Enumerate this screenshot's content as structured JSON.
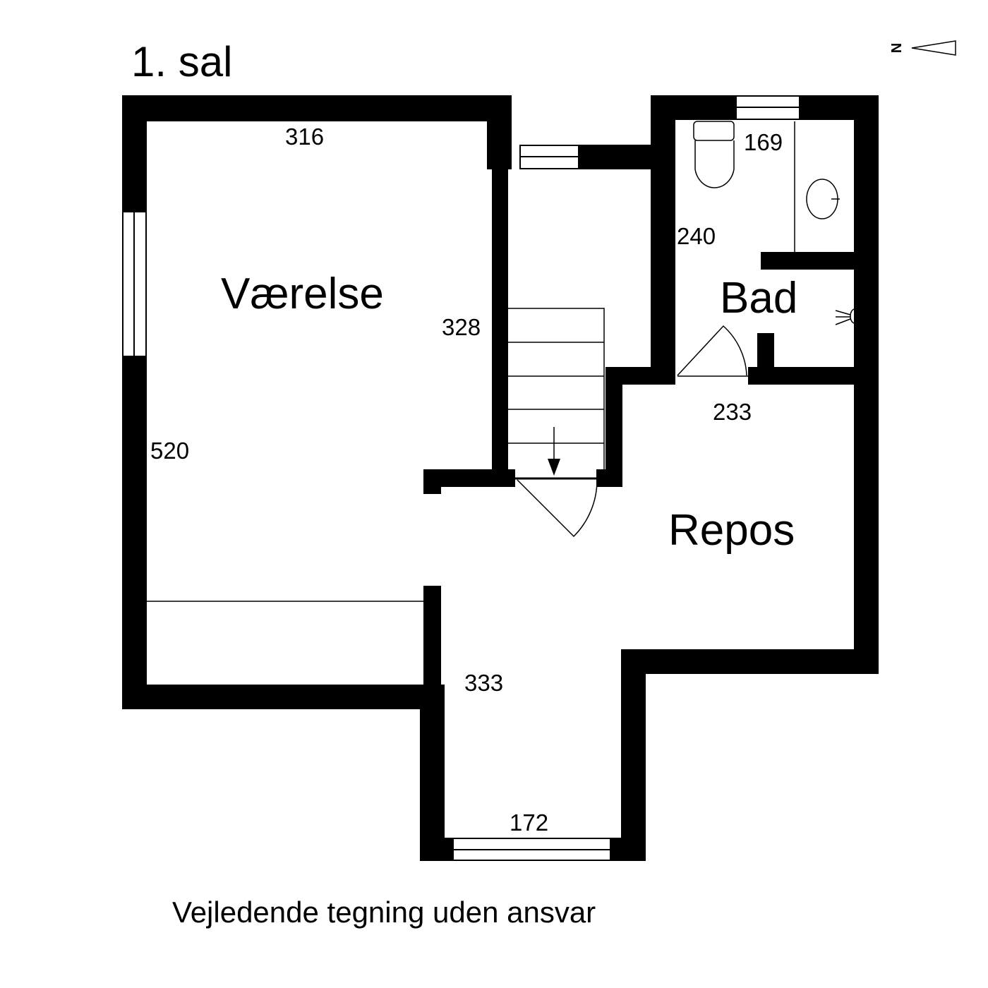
{
  "title": "1. sal",
  "compass": {
    "label": "N"
  },
  "rooms": [
    {
      "name": "Værelse"
    },
    {
      "name": "Bad"
    },
    {
      "name": "Repos"
    }
  ],
  "dimensions": {
    "vaerelse_width": "316",
    "vaerelse_stair_side": "328",
    "vaerelse_length": "520",
    "bad_width": "169",
    "bad_length": "240",
    "repos_width": "233",
    "repos_length": "333",
    "corridor_width": "172"
  },
  "footer": "Vejledende tegning uden ansvar",
  "colors": {
    "wall": "#000000",
    "background": "#ffffff"
  }
}
